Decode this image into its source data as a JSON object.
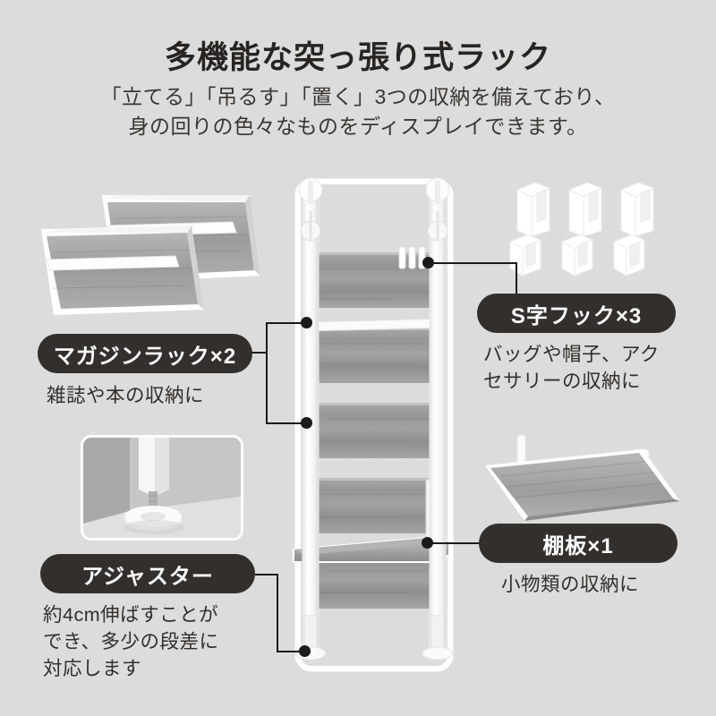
{
  "page": {
    "background_color": "#dcdcdc",
    "ink_color": "#332f2c",
    "pill_color": "#332f2c",
    "wood_color": "#9a9a9a"
  },
  "header": {
    "title": "多機能な突っ張り式ラック",
    "subtitle_line1": "「立てる」「吊るす」「置く」3つの収納を備えており、",
    "subtitle_line2": "身の回りの色々なものをディスプレイできます。"
  },
  "callouts": {
    "magazine_rack": {
      "label": "マガジンラック×2",
      "caption_line1": "雑誌や本の収納に"
    },
    "s_hook": {
      "label": "S字フック×3",
      "caption_line1": "バッグや帽子、アク",
      "caption_line2": "セサリーの収納に"
    },
    "shelf_board": {
      "label": "棚板×1",
      "caption_line1": "小物類の収納に"
    },
    "adjuster": {
      "label": "アジャスター",
      "caption_line1": "約4cm伸ばすことが",
      "caption_line2": "でき、多少の段差に",
      "caption_line3": "対応します"
    }
  },
  "artwork": {
    "rack": "tension-pole-rack",
    "magazine_racks": "magazine-rack-pair",
    "s_hooks": "s-hook-trio",
    "shelf": "shelf-board-single",
    "adjuster_photo": "adjuster-foot-photo"
  }
}
